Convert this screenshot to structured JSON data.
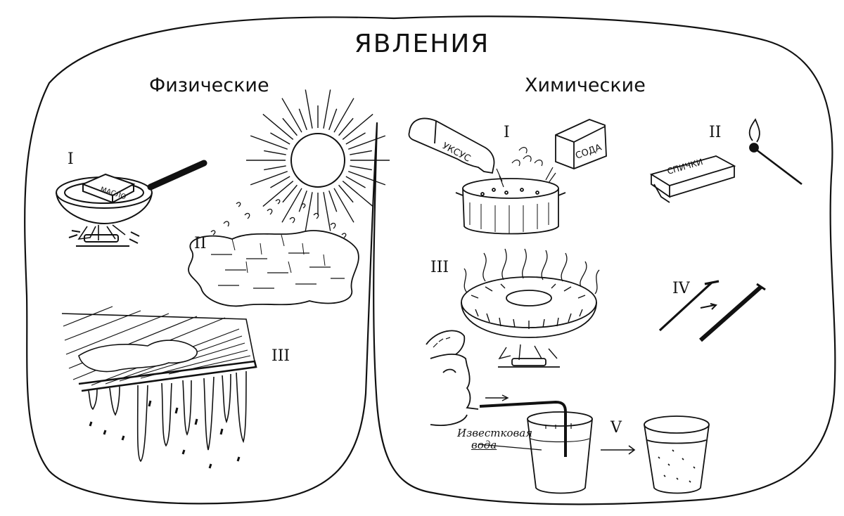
{
  "title": "ЯВЛЕНИЯ",
  "physical": {
    "heading": "Физические",
    "items": [
      {
        "numeral": "I",
        "package_text": "МАСЛО"
      },
      {
        "numeral": "II"
      },
      {
        "numeral": "III"
      }
    ]
  },
  "chemical": {
    "heading": "Химические",
    "items": [
      {
        "numeral": "I",
        "bottle_text": "УКСУС",
        "box_text": "СОДА"
      },
      {
        "numeral": "II",
        "matchbox_text": "СПИЧКИ"
      },
      {
        "numeral": "III"
      },
      {
        "numeral": "IV"
      },
      {
        "numeral": "V",
        "liquid_label_line1": "Известковая",
        "liquid_label_line2": "вода"
      }
    ]
  },
  "colors": {
    "ink": "#111111",
    "paper": "#ffffff"
  }
}
